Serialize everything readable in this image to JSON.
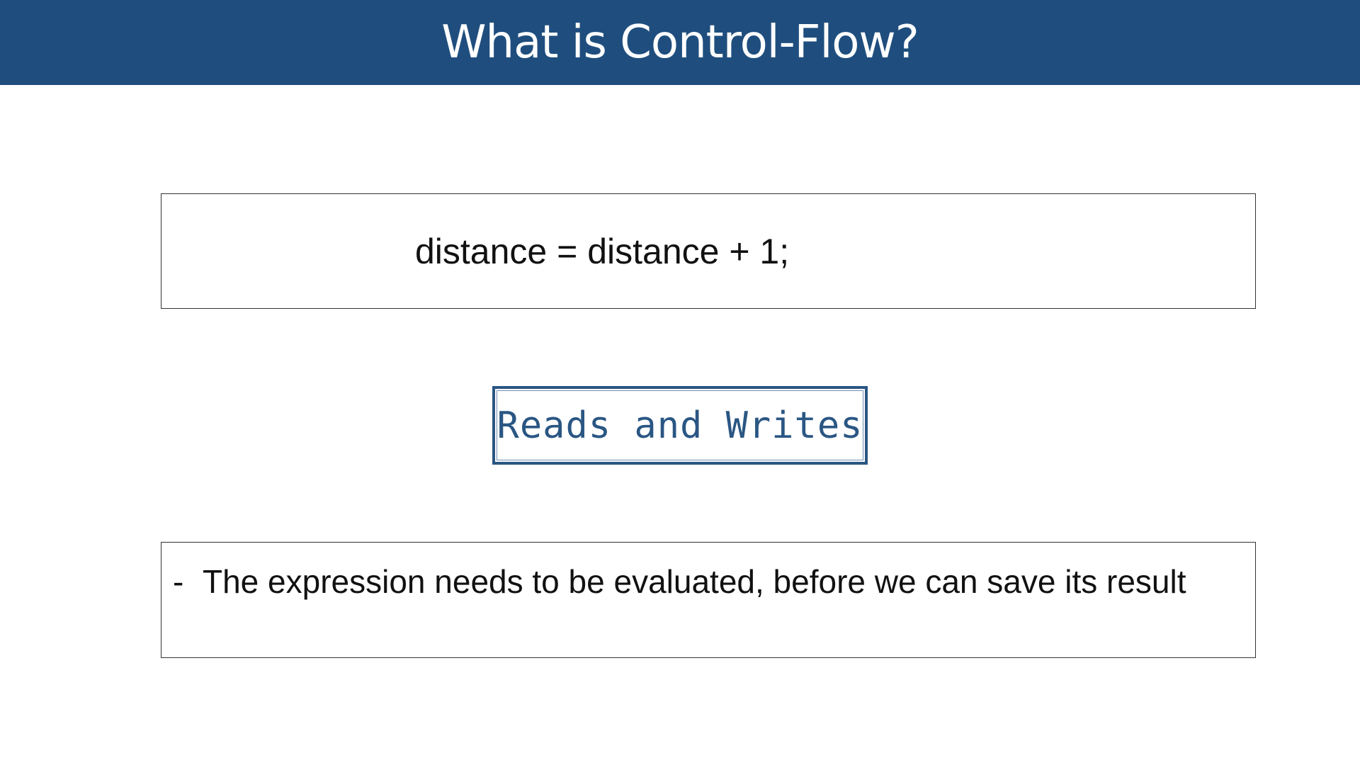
{
  "slide": {
    "title": "What is Control-Flow?",
    "code_line": "distance = distance + 1;",
    "stamp_label": "Reads and Writes",
    "note": {
      "bullet": "-",
      "text": "The expression needs to be evaluated, before we can save its result"
    }
  },
  "colors": {
    "title_bar": "#1f4e7e",
    "title_text": "#ffffff",
    "stamp": "#2a5683",
    "box_border": "#333333"
  }
}
